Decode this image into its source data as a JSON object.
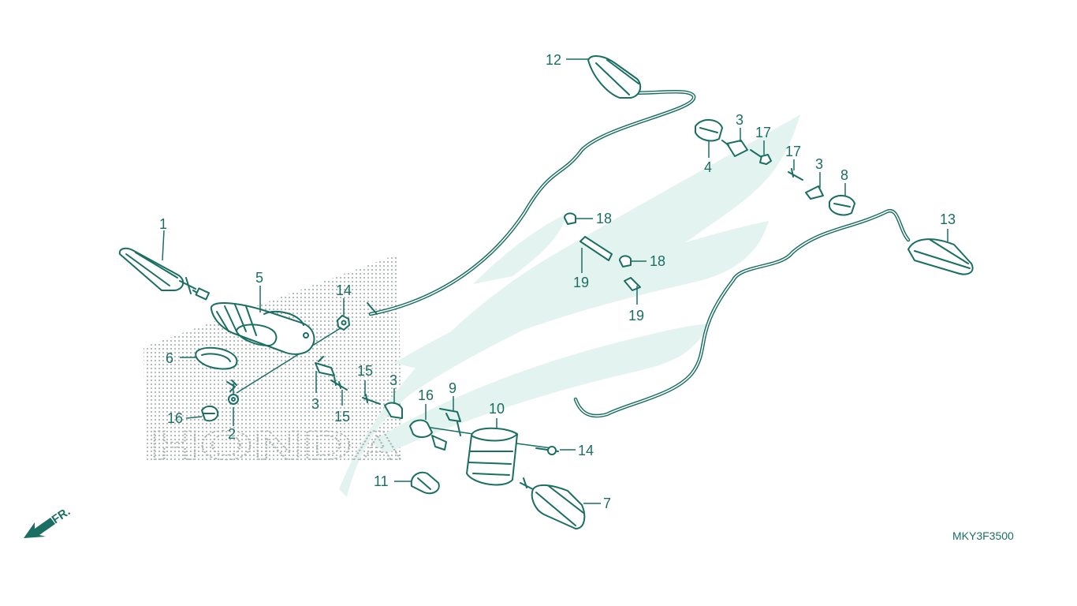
{
  "diagram": {
    "callouts": {
      "c1": "1",
      "c2": "2",
      "c3a": "3",
      "c3b": "3",
      "c3c": "3",
      "c3d": "3",
      "c4": "4",
      "c5": "5",
      "c6": "6",
      "c7": "7",
      "c8": "8",
      "c9": "9",
      "c10": "10",
      "c11": "11",
      "c12": "12",
      "c13": "13",
      "c14a": "14",
      "c14b": "14",
      "c15a": "15",
      "c15b": "15",
      "c16a": "16",
      "c16b": "16",
      "c17a": "17",
      "c17b": "17",
      "c18a": "18",
      "c18b": "18",
      "c19a": "19",
      "c19b": "19"
    },
    "direction_label": "FR.",
    "diagram_code": "MKY3F3500",
    "watermark_word": "HONDA",
    "colors": {
      "line": "#1a6f62",
      "watermark": "#e3f3ef",
      "dots": "#9aa6a3"
    }
  }
}
